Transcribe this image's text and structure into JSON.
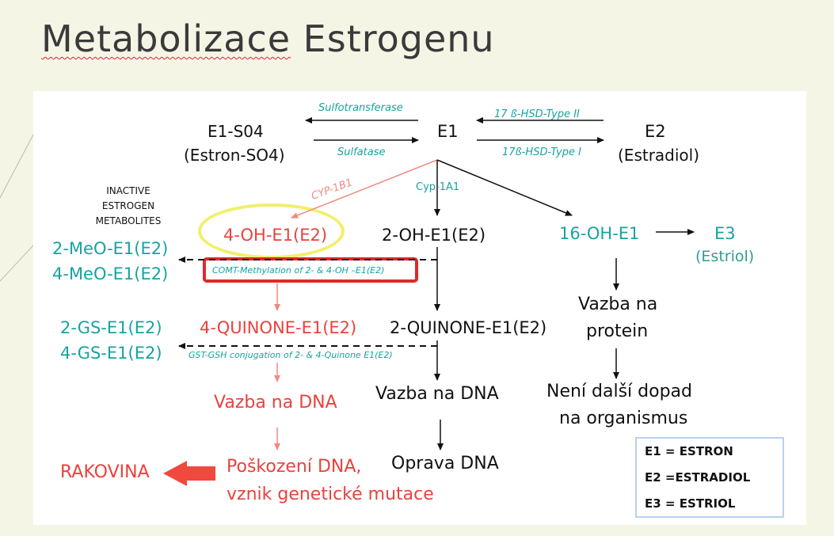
{
  "title": {
    "underlined": "Metabolizace",
    "rest": " Estrogenu"
  },
  "nodes": {
    "e1s04": "E1-S04",
    "estron_so4": "(Estron-SO4)",
    "e1": "E1",
    "e2": "E2",
    "estradiol": "(Estradiol)",
    "oh4": "4-OH-E1(E2)",
    "oh2": "2-OH-E1(E2)",
    "oh16": "16-OH-E1",
    "e3": "E3",
    "estriol": "(Estriol)",
    "meo2": "2-MeO-E1(E2)",
    "meo4": "4-MeO-E1(E2)",
    "gs2": "2-GS-E1(E2)",
    "gs4": "4-GS-E1(E2)",
    "quin4": "4-QUINONE-E1(E2)",
    "quin2": "2-QUINONE-E1(E2)",
    "vazba_protein_1": "Vazba na",
    "vazba_protein_2": "protein",
    "neni_1": "Není další dopad",
    "neni_2": "na organismus",
    "dna_red": "Vazba na DNA",
    "dna_black": "Vazba na DNA",
    "oprava": "Oprava DNA",
    "poskozeni_1": "Poškození DNA,",
    "poskozeni_2": "vznik genetické mutace",
    "rakovina": "RAKOVINA"
  },
  "enzymes": {
    "sulfotransferase": "Sulfotransferase",
    "sulfatase": "Sulfatase",
    "hsd2": "17 ß-HSD-Type II",
    "hsd1": "17ß-HSD-Type I",
    "cyp1b1": "CYP-1B1",
    "cyp1a1": "Cyp-1A1",
    "comt": "COMT-Methylation of  2- & 4-OH –E1(E2)",
    "gst": "GST-GSH conjugation of 2- & 4-Quinone E1(E2)"
  },
  "inactive": [
    "INACTIVE",
    "ESTROGEN",
    "METABOLITES"
  ],
  "legend": [
    "E1 = ESTRON",
    "E2 =ESTRADIOL",
    "E3 = ESTRIOL"
  ],
  "colors": {
    "teal": "#17a3a0",
    "red": "#e9423d",
    "black": "#111111",
    "highlight_yellow": "#f2ef6a",
    "box_red": "#e02929"
  }
}
